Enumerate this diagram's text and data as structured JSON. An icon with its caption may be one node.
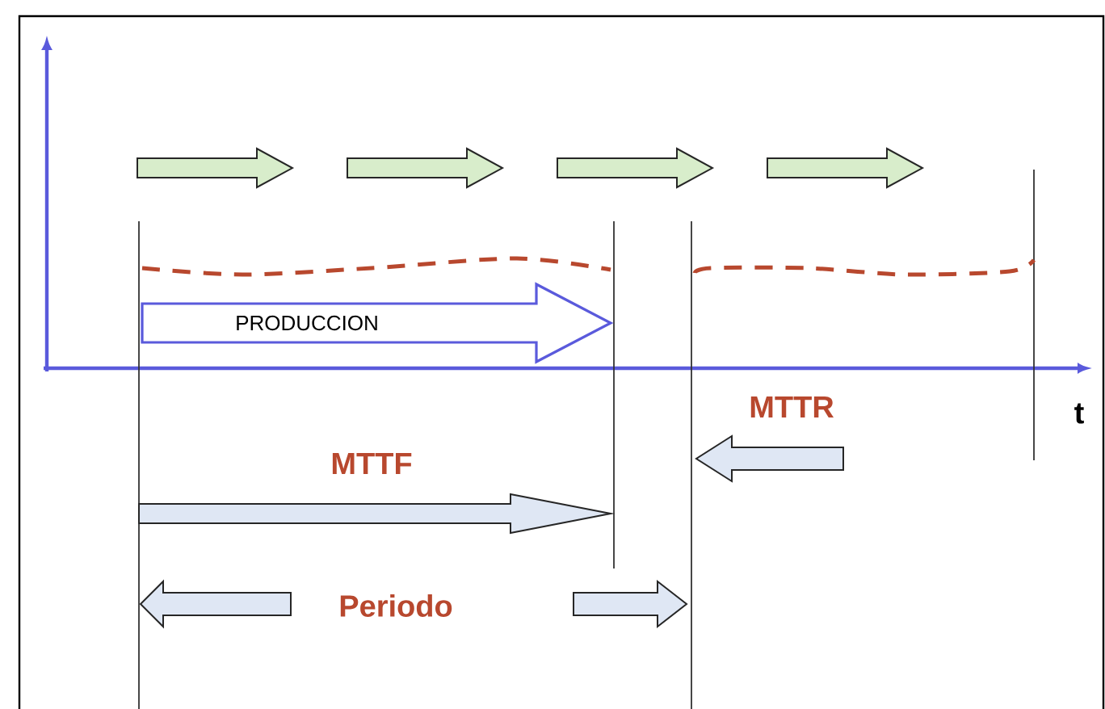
{
  "diagram": {
    "nodes": [
      {
        "text": [
          "PRODUCCION"
        ]
      }
    ],
    "labels": [
      "MTTR",
      "t",
      "MTTF",
      "Periodo"
    ]
  }
}
